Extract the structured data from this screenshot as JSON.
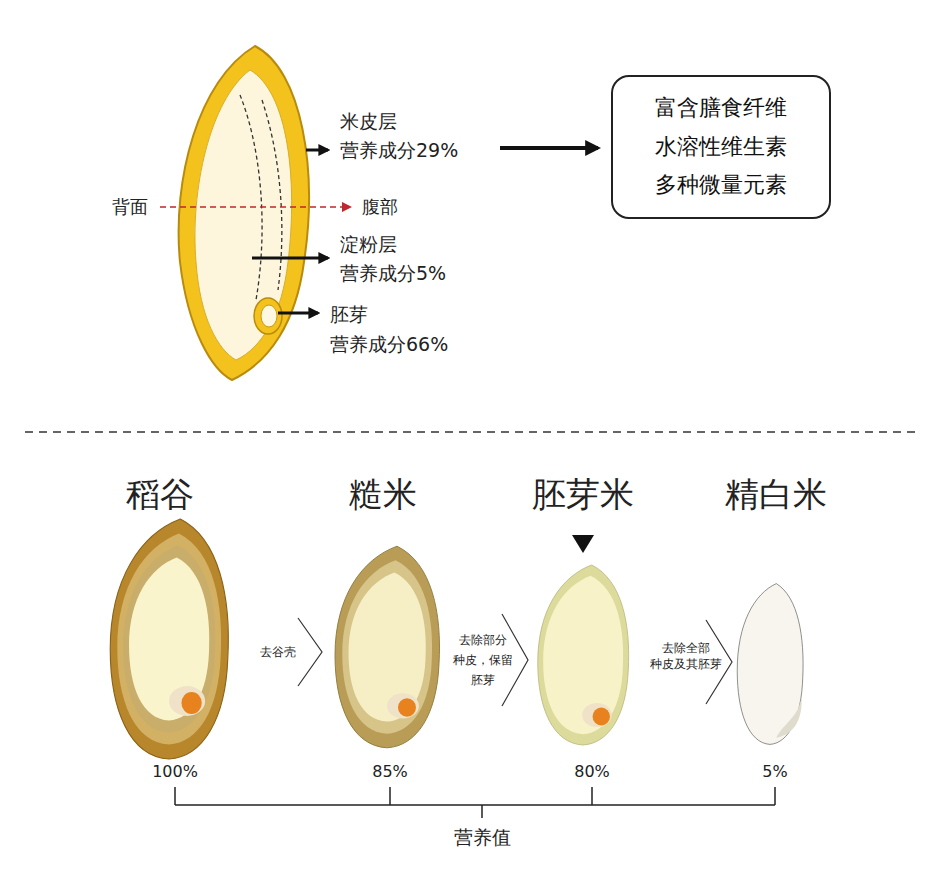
{
  "diagram": {
    "nodes": [
      {
        "text": [
          "富含膳食纤维 水溶性维生素 多种微量元素"
        ]
      }
    ],
    "labels": [
      "背面",
      "腹部",
      "米皮层",
      "营养成分29%",
      "淀粉层",
      "营养成分5%",
      "胚芽",
      "营养成分66%",
      "稻谷",
      "糙米",
      "胚芽米",
      "精白米",
      "去谷壳",
      "去除部分",
      "种皮，保留",
      "胚芽",
      "去除全部",
      "种皮及其胚芽",
      "100%",
      "85%",
      "80%",
      "5%",
      "营养值"
    ]
  }
}
